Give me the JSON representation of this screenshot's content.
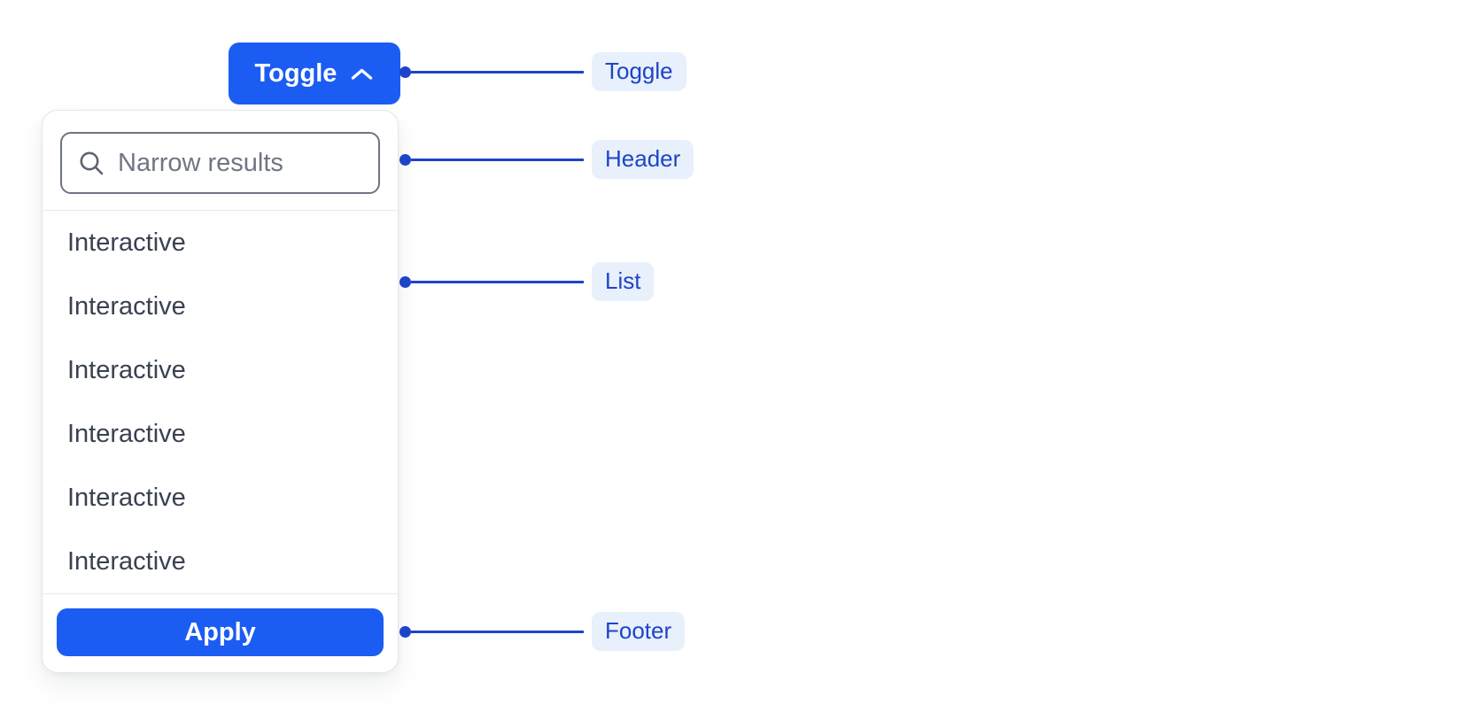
{
  "colors": {
    "primary": "#1b5cf3",
    "primary_text": "#ffffff",
    "annotation": "#1e44c7",
    "annotation_badge_bg": "#e8f0fc",
    "panel_border": "#e4e6ea",
    "divider": "#e9eaee",
    "input_border": "#6e7582",
    "placeholder": "#6f7682",
    "list_text": "#3a4150",
    "canvas_bg": "#ffffff"
  },
  "toggle_button": {
    "label": "Toggle",
    "icon": "chevron-up-icon"
  },
  "dropdown": {
    "header": {
      "search_placeholder": "Narrow results",
      "search_value": "",
      "icon": "search-icon"
    },
    "list": {
      "items": [
        "Interactive",
        "Interactive",
        "Interactive",
        "Interactive",
        "Interactive",
        "Interactive"
      ]
    },
    "footer": {
      "apply_label": "Apply"
    }
  },
  "annotations": [
    {
      "label": "Toggle"
    },
    {
      "label": "Header"
    },
    {
      "label": "List"
    },
    {
      "label": "Footer"
    }
  ]
}
